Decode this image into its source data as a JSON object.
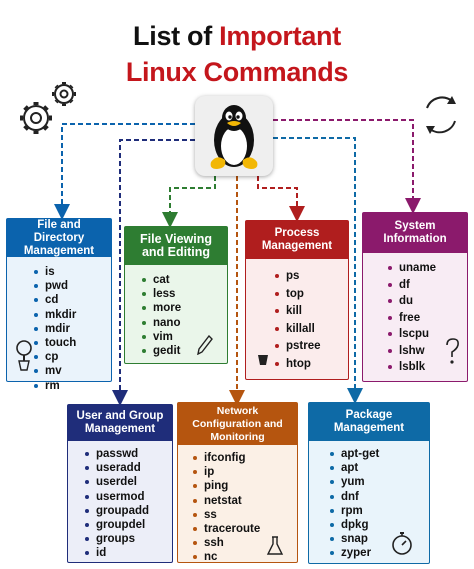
{
  "title": {
    "line1_dark": "List of ",
    "line1_red": "Important",
    "line2": "Linux Commands"
  },
  "colors": {
    "title_red": "#c4161c",
    "file_directory": "#0b63ad",
    "file_viewing": "#2e7d32",
    "process": "#b01e1e",
    "system": "#8b1a6c",
    "user_group": "#1f2d7a",
    "network": "#b5550f",
    "package": "#0e6aa6"
  },
  "icons": {
    "center": "tux-penguin-icon",
    "top_left": "gears-icon",
    "top_right": "refresh-cycle-icon"
  },
  "categories": {
    "file_directory": {
      "title": "File and Directory Management",
      "commands": [
        "is",
        "pwd",
        "cd",
        "mkdir",
        "mdir",
        "touch",
        "cp",
        "mv",
        "rm"
      ]
    },
    "file_viewing": {
      "title": "File Viewing and Editing",
      "commands": [
        "cat",
        "less",
        "more",
        "nano",
        "vim",
        "gedit"
      ]
    },
    "process": {
      "title": "Process Management",
      "commands": [
        "ps",
        "top",
        "kill",
        "killall",
        "pstree",
        "htop"
      ]
    },
    "system": {
      "title": "System Information",
      "commands": [
        "uname",
        "df",
        "du",
        "free",
        "lscpu",
        "lshw",
        "lsblk"
      ]
    },
    "user_group": {
      "title": "User and Group Management",
      "commands": [
        "passwd",
        "useradd",
        "userdel",
        "usermod",
        "groupadd",
        "groupdel",
        "groups",
        "id"
      ]
    },
    "network": {
      "title": "Network Configuration and Monitoring",
      "commands": [
        "ifconfig",
        "ip",
        "ping",
        "netstat",
        "ss",
        "traceroute",
        "ssh",
        "nc"
      ]
    },
    "package": {
      "title": "Package Management",
      "commands": [
        "apt-get",
        "apt",
        "yum",
        "dnf",
        "rpm",
        "dpkg",
        "snap",
        "zyper"
      ]
    }
  }
}
